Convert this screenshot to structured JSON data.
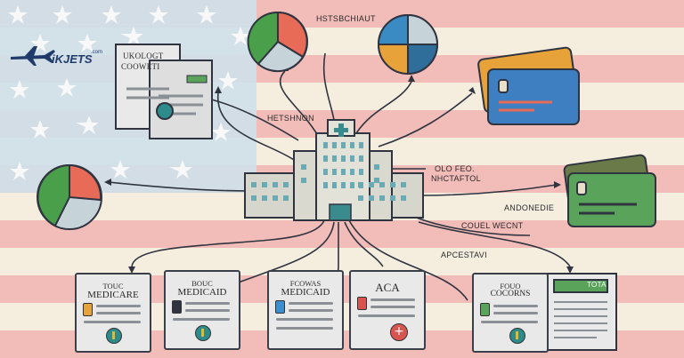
{
  "logo": {
    "brand": "iKJETS",
    "suffix": ".com",
    "icon": "airplane-icon"
  },
  "labels": {
    "top_center": "HSTSBCHIAUT",
    "left_doc_line1": "UKOLOGT",
    "left_doc_line2": "COOWETI",
    "mid_label": "HETSHNON",
    "right_label_line1": "OLO FEO.",
    "right_label_line2": "NHCTAFTOL",
    "card_label": "ANDONEDIE",
    "center_label": "COUEL WECNT",
    "lower_label": "APCESTAVI"
  },
  "documents": [
    {
      "line1": "TOUC",
      "line2": "MEDICARE",
      "accent": "#e8a23a"
    },
    {
      "line1": "BOUC",
      "line2": "MEDICAID",
      "accent": "#2f3440"
    },
    {
      "line1": "FCOWAS",
      "line2": "MEDICAID",
      "accent": "#3b8fd0"
    },
    {
      "line1": "",
      "line2": "ACA",
      "accent": "#d9534f"
    },
    {
      "line1": "FOUO",
      "line2": "COCORNS",
      "accent": "#5aa35a"
    },
    {
      "line1": "",
      "line2": "TOTA",
      "accent": "#5aa35a"
    }
  ],
  "icons": [
    "pie-chart-icon",
    "hospital-icon",
    "credit-card-icon",
    "document-icon",
    "medical-cross-icon"
  ],
  "colors": {
    "flag_red": "#f0b9b6",
    "flag_white": "#f5eedf",
    "flag_blue": "#c8dae4",
    "navy": "#2f3440",
    "teal": "#3a8b8d"
  }
}
